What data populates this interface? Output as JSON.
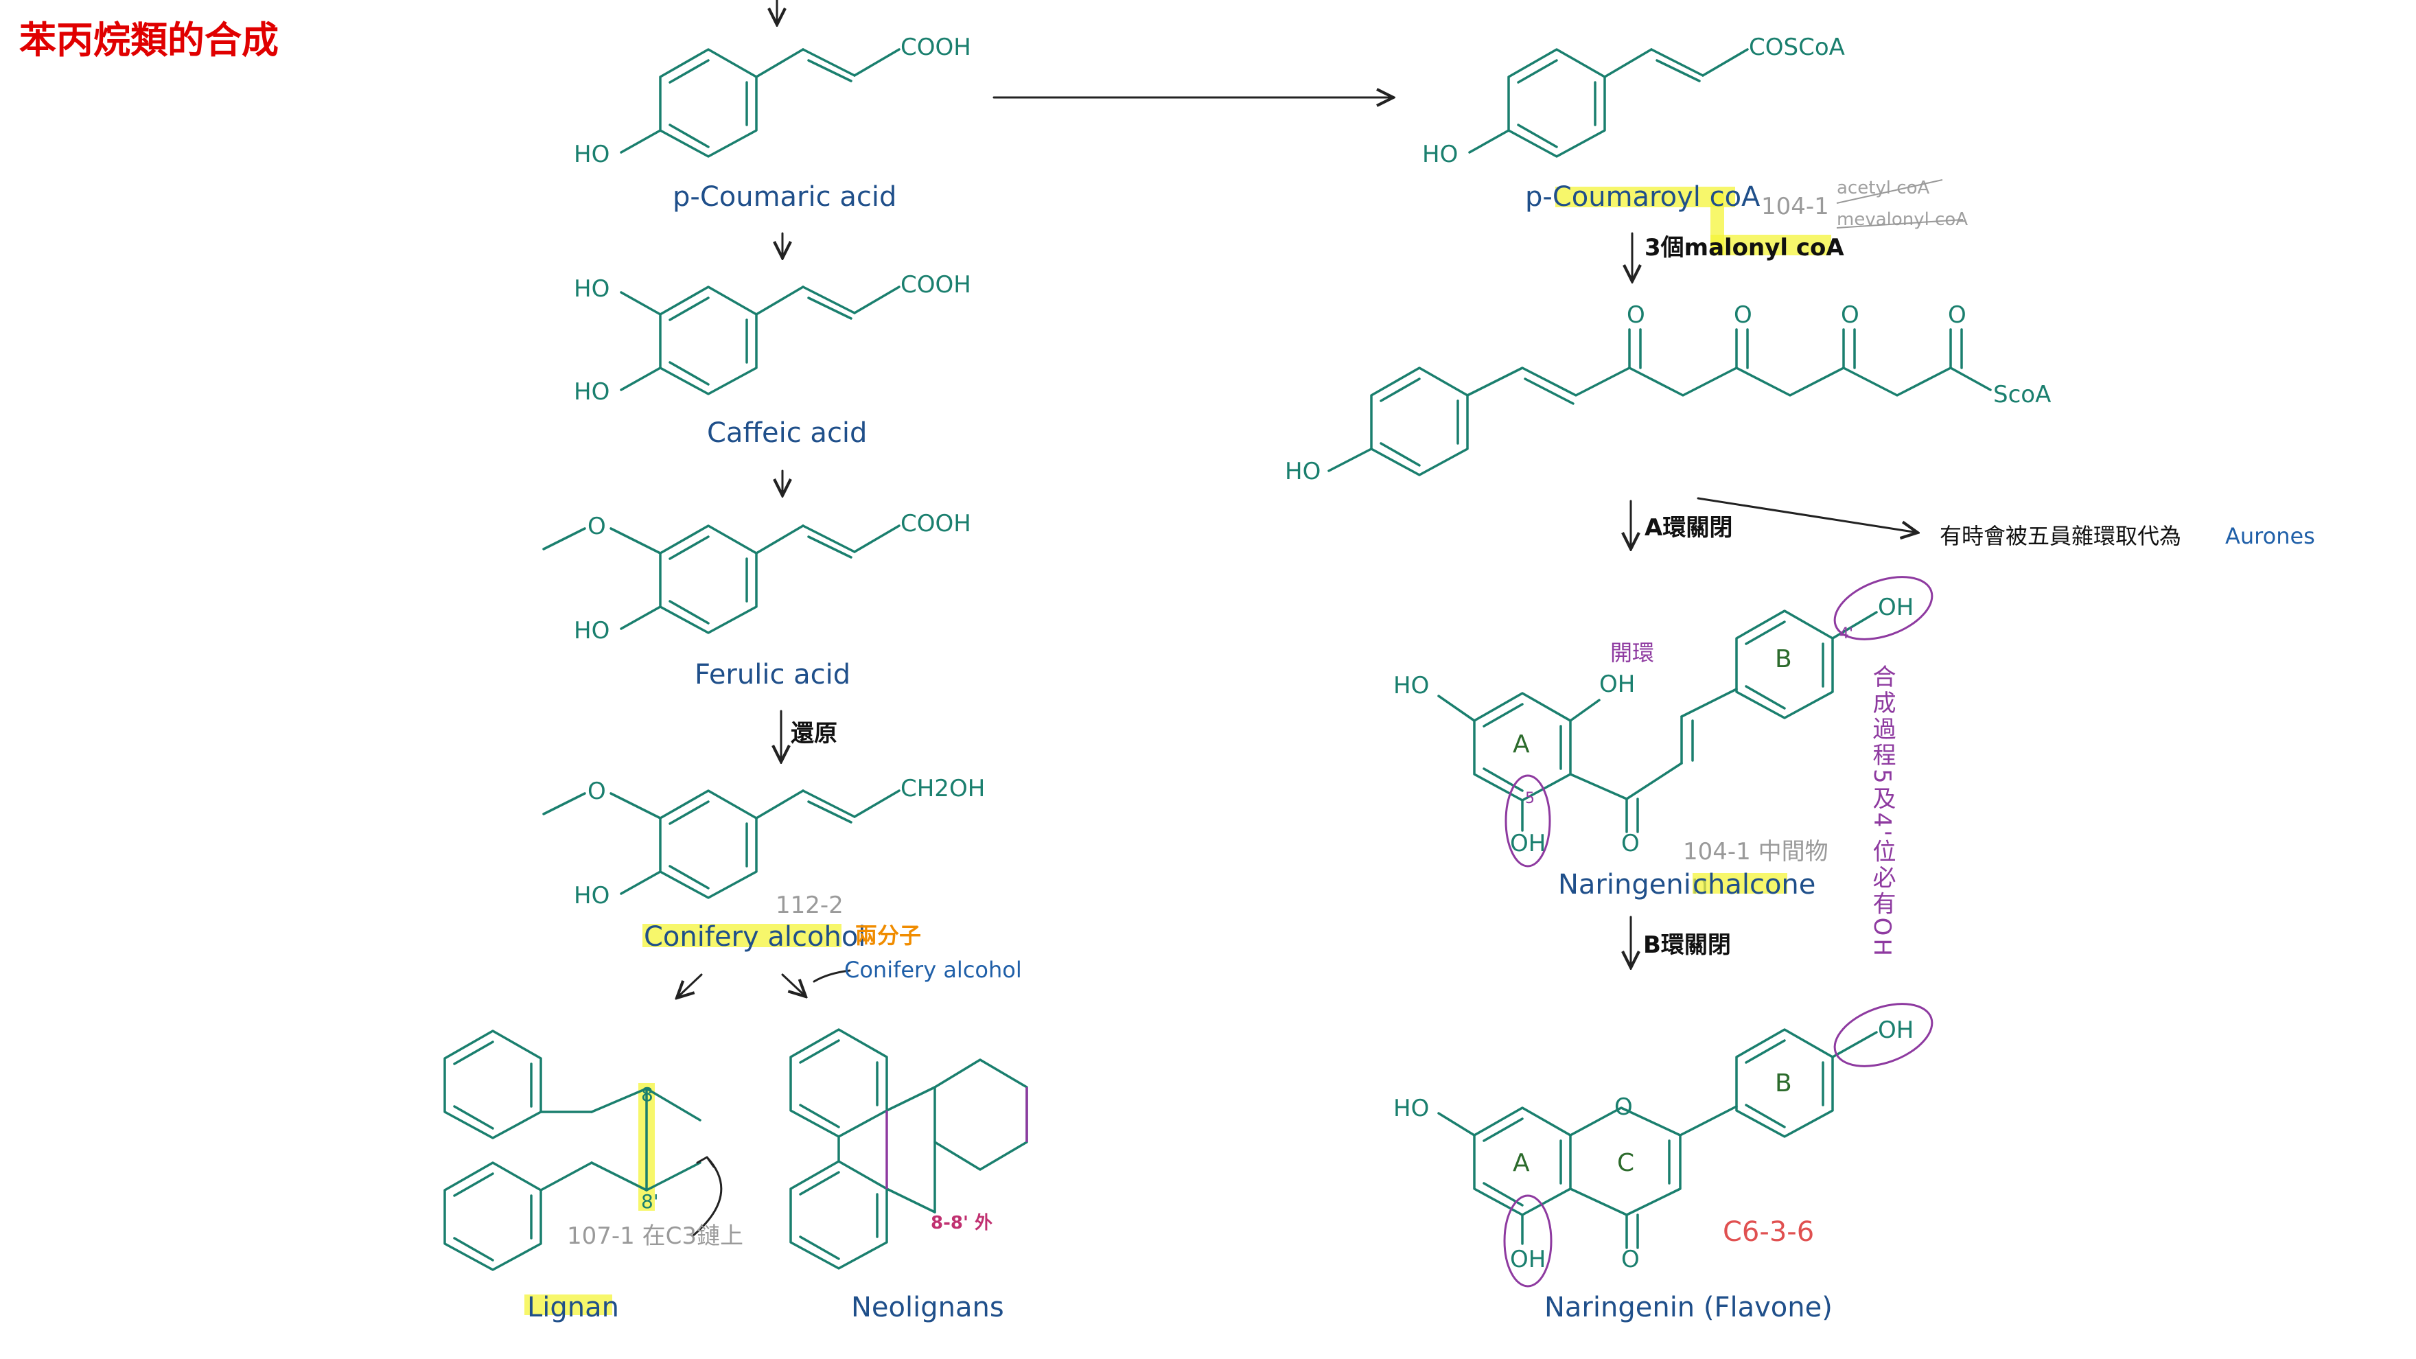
{
  "title": "苯丙烷類的合成",
  "colors": {
    "structure": "#1a7f6e",
    "name": "#1f4f8a",
    "highlight": "#f4f43a",
    "purple": "#8e3aa0",
    "orange": "#f08c00",
    "red": "#e00000"
  },
  "atoms": {
    "cooh": "COOH",
    "ho": "HO",
    "oh": "OH",
    "o": "O",
    "ch2oh": "CH2OH",
    "coscoa": "COSCoA",
    "scoa": "ScoA"
  },
  "rings": {
    "a": "A",
    "b": "B",
    "c": "C"
  },
  "compounds": {
    "p_coumaric": "p-Coumaric acid",
    "caffeic": "Caffeic acid",
    "ferulic": "Ferulic acid",
    "conifery": "Conifery alcohol",
    "lignan": "Lignan",
    "neolignans": "Neolignans",
    "p_coumaroyl": "p-Coumaroyl coA",
    "chalcone_a": "Naringenin",
    "chalcone_b": "chalcone",
    "flavone": "Naringenin (Flavone)"
  },
  "annotations": {
    "reduction": "還原",
    "two_molecules": "兩分子",
    "note_112": "112-2",
    "conifery_typed": "Conifery alcohol",
    "note_107": "107-1 在C3鏈上",
    "neo_bond": "8-8' 外",
    "pos_8": "8",
    "pos_8p": "8'",
    "note_104_top": "104-1",
    "acetyl": "acetyl coA",
    "mevalonyl": "mevalonyl coA",
    "malonyl": "3個malonyl coA",
    "a_ring_close": "A環關閉",
    "aurones_note": "有時會被五員雜環取代為",
    "aurones": "Aurones",
    "open_ring": "開環",
    "pos_4p": "4'",
    "pos_5": "5",
    "note_104_mid": "104-1 中間物",
    "b_ring_close": "B環關閉",
    "side_note": "合成過程5及4'位必有OH",
    "c636": "C6-3-6"
  }
}
